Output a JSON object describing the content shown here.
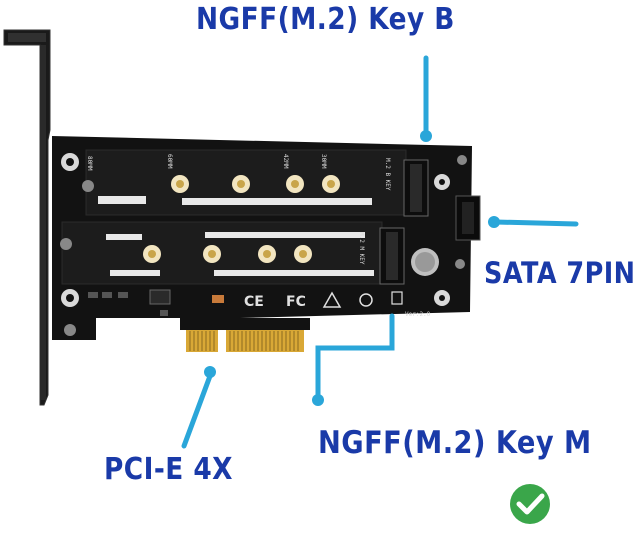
{
  "callouts": {
    "key_b": "NGFF(M.2)  Key B",
    "sata": "SATA  7PIN",
    "key_m": "NGFF(M.2)  Key M",
    "pcie": "PCI-E 4X"
  },
  "board_silkscreen": {
    "slot_b": "M.2 B KEY",
    "slot_m": "M.2 M KEY",
    "version": "Ver:2.0",
    "mark_ce": "CE",
    "mark_fc": "FC",
    "m_80": "80MM",
    "m_60": "60MM",
    "m_42": "42MM",
    "m_30": "30MM"
  },
  "colors": {
    "callout_text": "#1a3aa8",
    "callout_line": "#2aa6d9",
    "pcb": "#111111",
    "gold": "#d9a836",
    "check": "#3aa64a"
  },
  "icons": [
    "check-icon"
  ]
}
